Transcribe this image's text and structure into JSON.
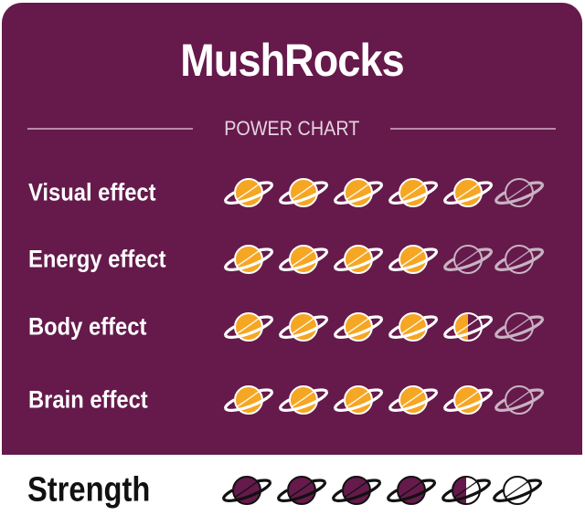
{
  "header": {
    "title": "MushRocks",
    "subtitle": "POWER CHART"
  },
  "colors": {
    "card_background": "#651a4b",
    "planet_fill": "#f5a623",
    "planet_outline": "#ffffff",
    "planet_empty_outline": "#c9b3c2",
    "strength_fill": "#651a4b",
    "strength_outline": "#111111"
  },
  "rows": [
    {
      "label": "Visual effect",
      "rating": 5,
      "max": 6
    },
    {
      "label": "Energy effect",
      "rating": 4,
      "max": 6
    },
    {
      "label": "Body effect",
      "rating": 4.5,
      "max": 6
    },
    {
      "label": "Brain effect",
      "rating": 5,
      "max": 6
    }
  ],
  "strength": {
    "label": "Strength",
    "rating": 4.5,
    "max": 6
  },
  "chart_data": {
    "type": "table",
    "title": "MushRocks",
    "subtitle": "POWER CHART",
    "categories": [
      "Visual effect",
      "Energy effect",
      "Body effect",
      "Brain effect",
      "Strength"
    ],
    "values": [
      5,
      4,
      4.5,
      5,
      4.5
    ],
    "scale_max": 6,
    "icon": "planet-icon"
  }
}
